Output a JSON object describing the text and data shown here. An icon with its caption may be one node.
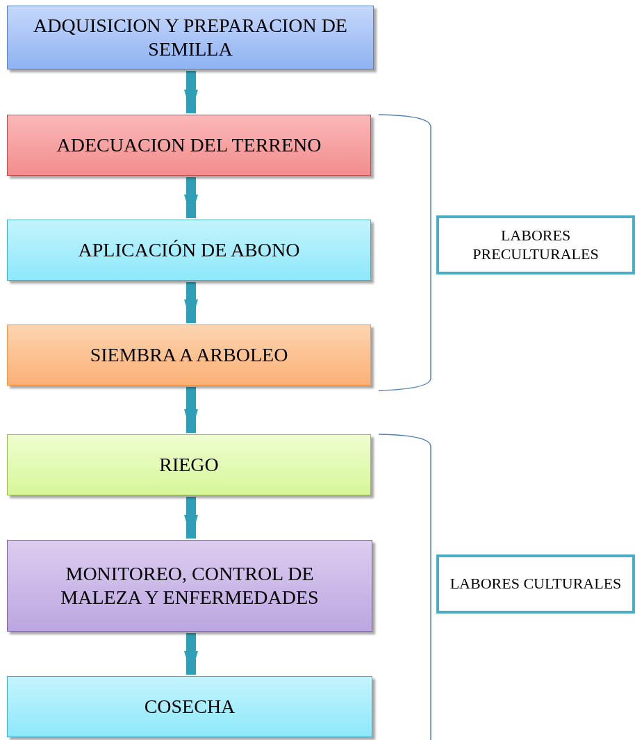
{
  "diagram": {
    "nodes": [
      {
        "text": [
          "ADQUISICION Y PREPARACION DE SEMILLA"
        ]
      },
      {
        "text": [
          "ADECUACION DEL TERRENO"
        ]
      },
      {
        "text": [
          "APLICACIÓN DE ABONO"
        ]
      },
      {
        "text": [
          "SIEMBRA A ARBOLEO"
        ]
      },
      {
        "text": [
          "RIEGO"
        ]
      },
      {
        "text": [
          "MONITOREO, CONTROL DE MALEZA Y ENFERMEDADES"
        ]
      },
      {
        "text": [
          "COSECHA"
        ]
      },
      {
        "text": [
          "LABORES PRECULTURALES"
        ]
      },
      {
        "text": [
          "LABORES CULTURALES"
        ]
      }
    ],
    "edges": [
      {
        "from": 0,
        "to": 1,
        "arrow": "to"
      },
      {
        "from": 1,
        "to": 2,
        "arrow": "to"
      },
      {
        "from": 2,
        "to": 3,
        "arrow": "to"
      },
      {
        "from": 3,
        "to": 4,
        "arrow": "to"
      },
      {
        "from": 4,
        "to": 5,
        "arrow": "to"
      },
      {
        "from": 5,
        "to": 6,
        "arrow": "to"
      }
    ]
  }
}
